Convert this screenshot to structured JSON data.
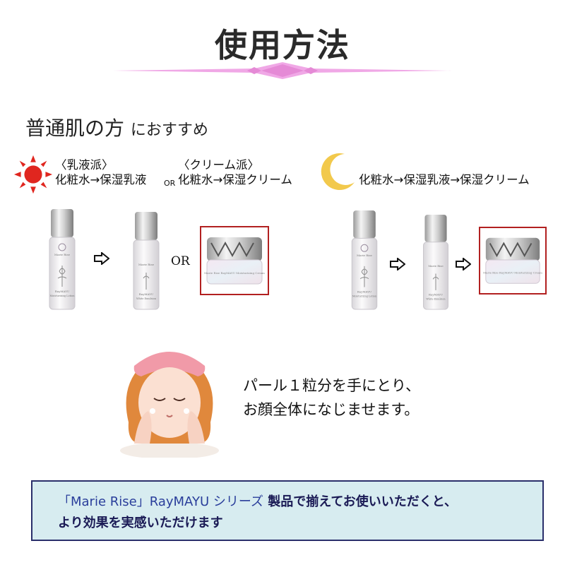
{
  "title": "使用方法",
  "subtitle": {
    "main": "普通肌の方",
    "sub": "におすすめ"
  },
  "day": {
    "group1_label": "〈乳液派〉",
    "group1_steps": "化粧水→保湿乳液",
    "or_small": "OR",
    "group2_label": "〈クリーム派〉",
    "group2_steps": "化粧水→保湿クリーム"
  },
  "night": {
    "steps": "化粧水→保湿乳液→保湿クリーム"
  },
  "products": {
    "or_label": "OR",
    "bottle1": {
      "brand": "Marie Rise",
      "line1": "RayMAYU",
      "line2": "Moisturizing Lotion"
    },
    "bottle2": {
      "brand": "Marie Rise",
      "line1": "RayMAYU",
      "line2": "White Emulsion"
    },
    "jar": {
      "text": "Marie Rise  RayMAYU  Moisturizing Cream"
    }
  },
  "instructions": {
    "line1": "パール１粒分を手にとり、",
    "line2": "お顔全体になじませます。"
  },
  "banner": {
    "series": "「Marie Rise」RayMAYU シリーズ",
    "line1_rest": " 製品で揃えてお使いいただくと、",
    "line2": "より効果を実感いただけます"
  },
  "colors": {
    "accent_pink": "#f0a8e6",
    "sun_red": "#e0261f",
    "moon_yellow": "#f2c94c",
    "frame_red": "#b22020",
    "banner_bg": "#d7ecf0",
    "banner_border": "#2a2f6b"
  }
}
